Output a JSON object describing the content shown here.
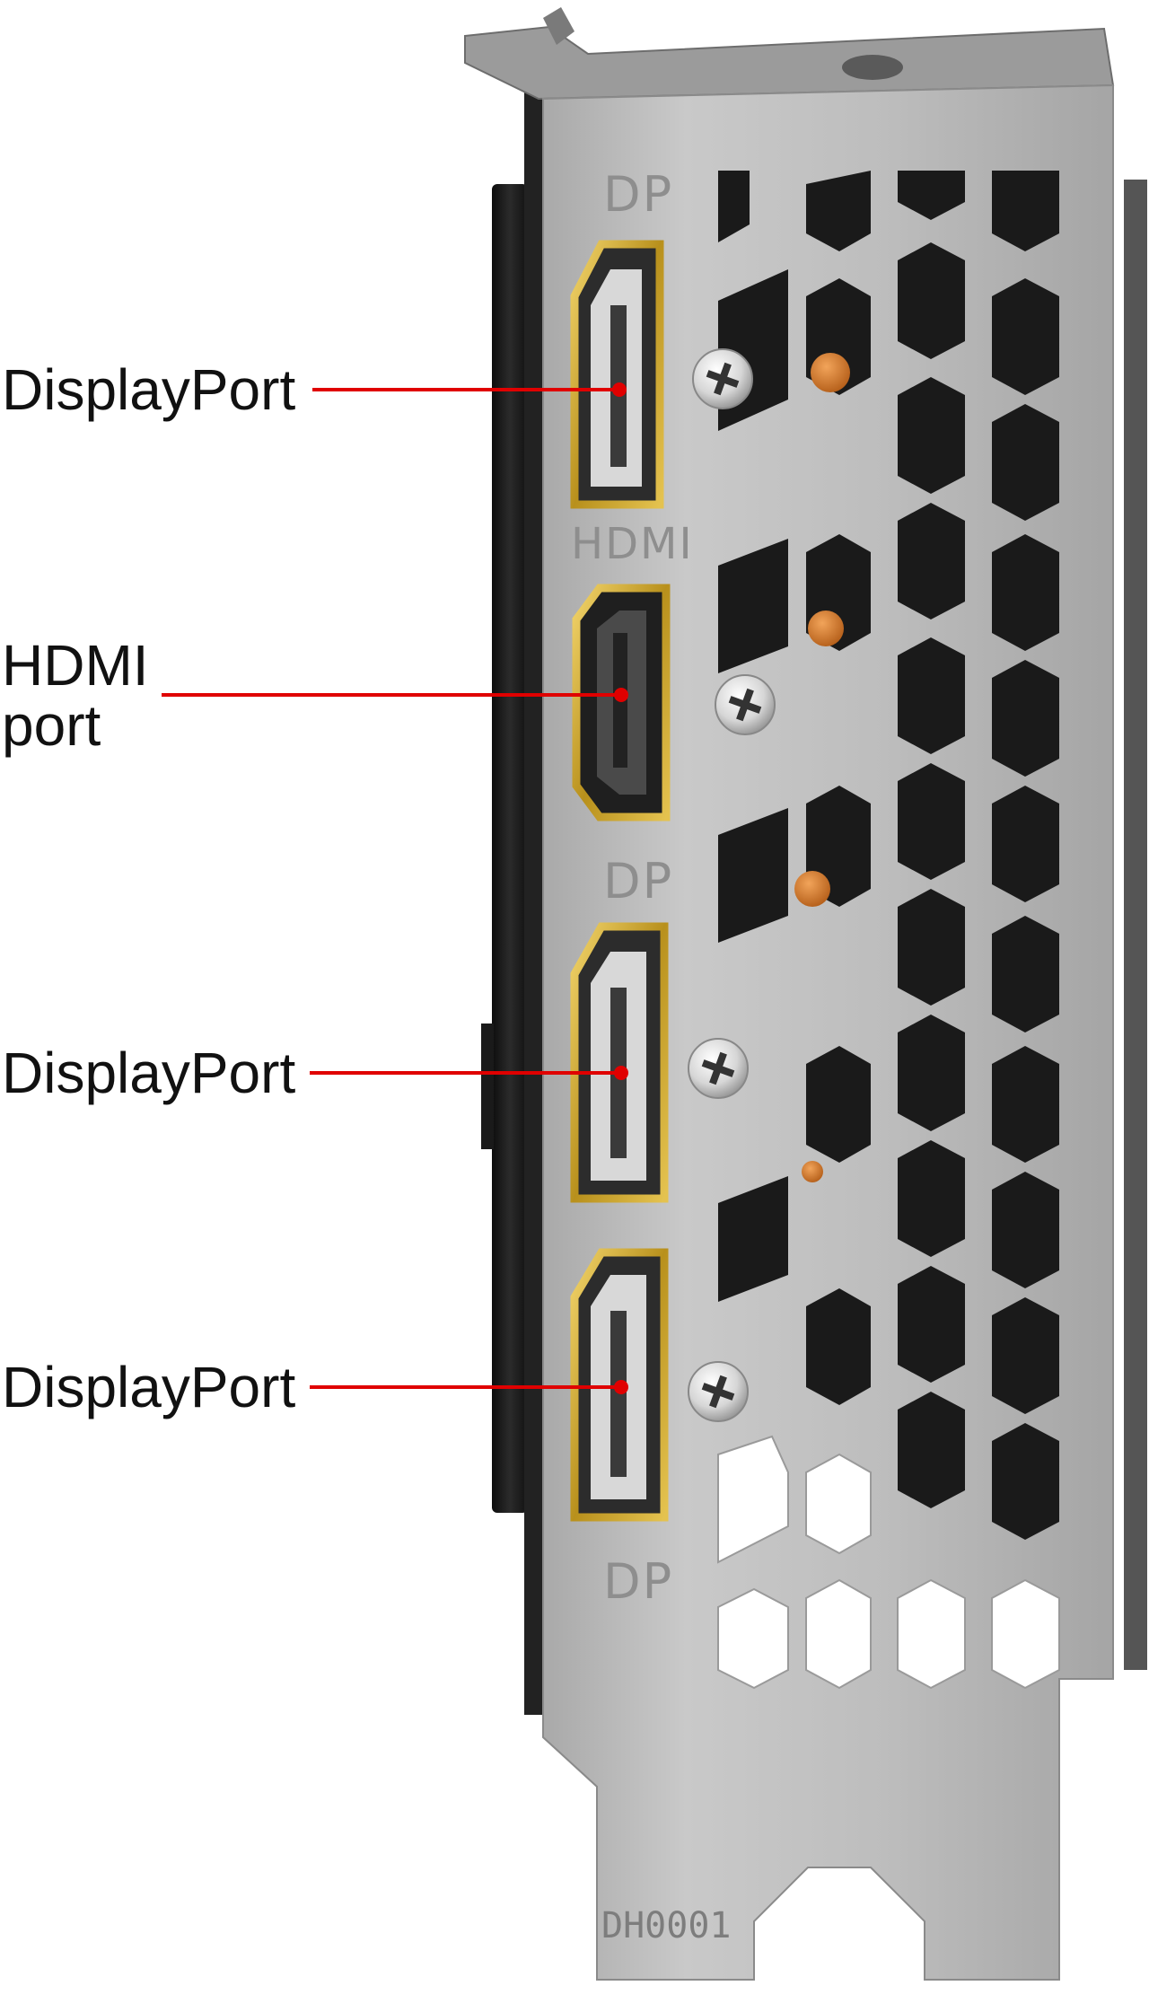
{
  "callouts": [
    {
      "label": "DisplayPort"
    },
    {
      "label": "HDMI",
      "label_line2": "port"
    },
    {
      "label": "DisplayPort"
    },
    {
      "label": "DisplayPort"
    }
  ],
  "bracket_labels": [
    "DP",
    "HDMI",
    "DP",
    "DP"
  ],
  "bracket_stamp": "DH0001",
  "colors": {
    "leader_line": "#e00000",
    "connector_gold": "#c9a227",
    "bracket_silver": "#b8b8b8",
    "cutout_dark": "#1a1a1a",
    "copper": "#d97a2b"
  }
}
